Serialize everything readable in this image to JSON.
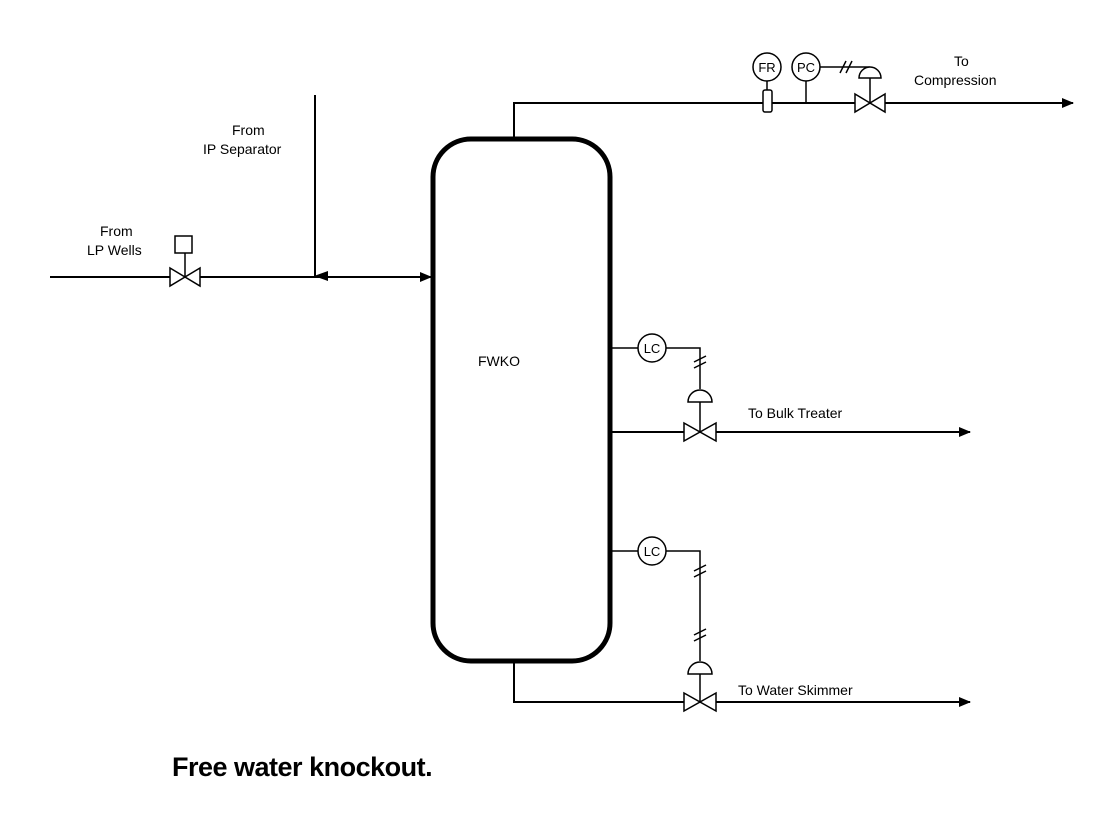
{
  "vessel": {
    "label": "FWKO"
  },
  "inlets": {
    "lp_wells": {
      "line1": "From",
      "line2": "LP Wells"
    },
    "ip_separator": {
      "line1": "From",
      "line2": "IP Separator"
    }
  },
  "outlets": {
    "compression": {
      "line1": "To",
      "line2": "Compression"
    },
    "bulk_treater": {
      "label": "To Bulk Treater"
    },
    "water_skimmer": {
      "label": "To Water Skimmer"
    }
  },
  "instruments": {
    "flow_recorder": "FR",
    "pressure_controller": "PC",
    "level_controller_oil": "LC",
    "level_controller_water": "LC"
  },
  "caption": "Free water knockout."
}
